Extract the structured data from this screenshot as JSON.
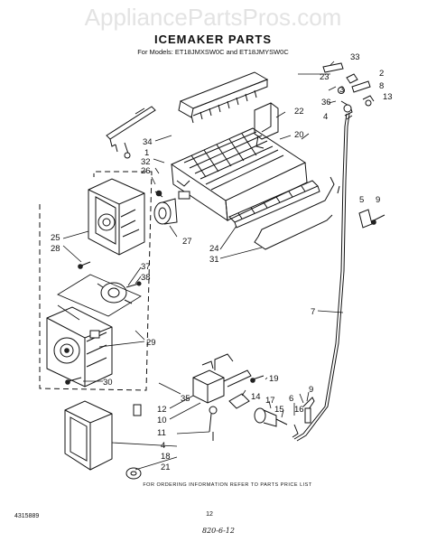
{
  "watermark": "AppliancePartsPros.com",
  "title": "ICEMAKER PARTS",
  "models": "For Models: ET18JMXSW0C and ET18JMYSW0C",
  "footer_note": "FOR ORDERING INFORMATION REFER TO PARTS PRICE LIST",
  "page_number": "12",
  "part_code": "4315889",
  "handwritten_code": "820-6-12",
  "callouts": [
    "33",
    "23",
    "2",
    "8",
    "3",
    "36",
    "13",
    "22",
    "4",
    "20",
    "34",
    "1",
    "32",
    "26",
    "25",
    "28",
    "27",
    "5",
    "9",
    "24",
    "31",
    "37",
    "38",
    "7",
    "29",
    "30",
    "35",
    "19",
    "12",
    "10",
    "11",
    "14",
    "17",
    "6",
    "16",
    "9",
    "15",
    "4",
    "18",
    "21"
  ]
}
